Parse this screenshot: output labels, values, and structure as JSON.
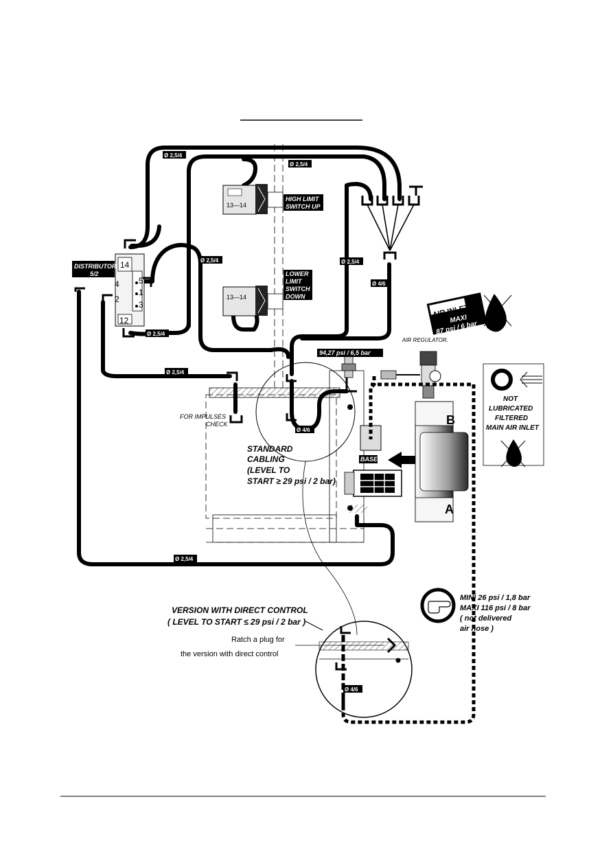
{
  "labels": {
    "distributor_line1": "DISTRIBUTOR",
    "distributor_line2": "5/2",
    "high_limit_line1": "HIGH LIMIT",
    "high_limit_line2": "SWITCH UP",
    "lower_limit_line1": "LOWER",
    "lower_limit_line2": "LIMIT",
    "lower_limit_line3": "SWITCH",
    "lower_limit_line4": "DOWN",
    "switch_terminal": "13—14",
    "dia_25_4": "Ø 2,5/4",
    "dia_4_6": "Ø 4/6",
    "pressure_valve": "94,27 psi / 6,5 bar",
    "air_inlet_line1": "AIR INLET",
    "air_inlet_line2": "MAXI",
    "air_inlet_line3": "87 psi / 6 bar",
    "air_regulator": "AIR REGULATOR.",
    "not_lubricated_line1": "NOT",
    "not_lubricated_line2": "LUBRICATED",
    "not_lubricated_line3": "FILTERED",
    "not_lubricated_line4": "MAIN AIR INLET",
    "base": "BASE",
    "cyl_b": "B",
    "cyl_a": "A",
    "impulses_line1": "FOR IMPULSES",
    "impulses_line2": "CHECK",
    "standard_line1": "STANDARD",
    "standard_line2": "CABLING",
    "standard_line3": "(LEVEL TO",
    "standard_line4": "START ≥ 29 psi / 2 bar)",
    "direct_line1": "VERSION WITH DIRECT CONTROL",
    "direct_line2": "( LEVEL TO START ≤ 29 psi / 2 bar )",
    "ratch_line1": "Ratch a plug for",
    "ratch_line2": "the version with direct control",
    "pressure_note_line1": "MINI 26  psi / 1,8 bar",
    "pressure_note_line2": "MAXI 116 psi / 8 bar",
    "pressure_note_line3": "( not delivered",
    "pressure_note_line4": "air hose )",
    "port_14": "14",
    "port_4": "4",
    "port_2": "2",
    "port_12": "12",
    "port_5": "5",
    "port_1": "1",
    "port_3": "3"
  },
  "colors": {
    "line": "#000000",
    "label_bg": "#000000",
    "label_fg": "#ffffff",
    "hatch": "#555555",
    "part_fill": "#e6e6e6"
  }
}
